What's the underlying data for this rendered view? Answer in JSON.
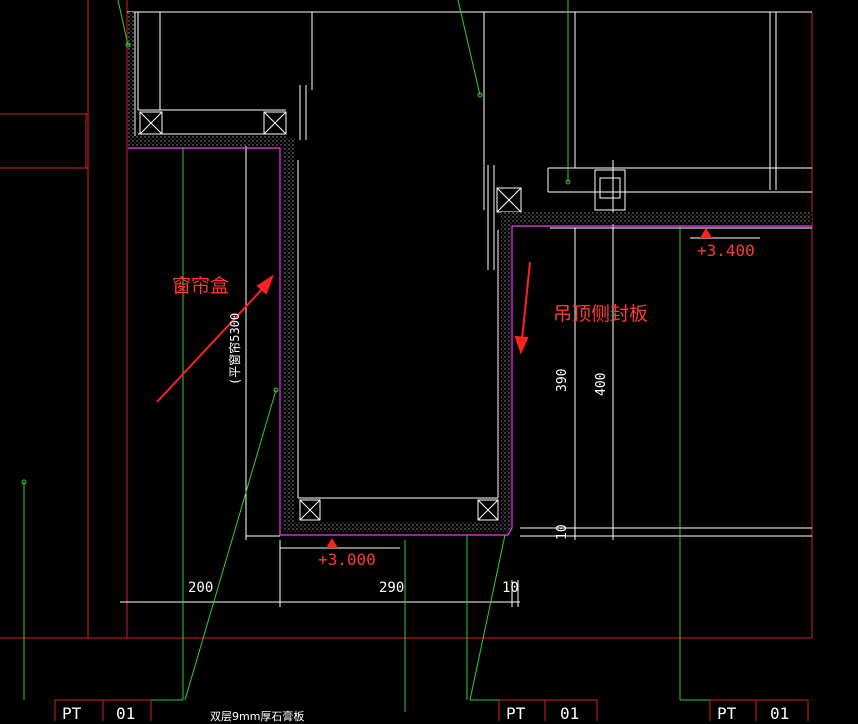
{
  "annotations": {
    "curtain_box": "窗帘盒",
    "ceiling_side_panel": "吊顶侧封板",
    "vertical_note": "(平窗帘5300",
    "gypsum_note": "双层9mm厚石膏板"
  },
  "levels": {
    "low": "+3.000",
    "high": "+3.400"
  },
  "dimensions": {
    "d200": "200",
    "d290": "290",
    "d10_h": "10",
    "d390": "390",
    "d400": "400",
    "d10_v": "10"
  },
  "tags": {
    "tag1": {
      "code": "PT",
      "num": "01"
    },
    "tag2": {
      "code": "PT",
      "num": "01"
    },
    "tag3": {
      "code": "PT",
      "num": "01"
    }
  },
  "colors": {
    "background": "#000000",
    "leader_green": "#2fd12f",
    "wall_red": "#d42020",
    "annotation_red": "#ff3b30",
    "finish_magenta": "#ff33ff",
    "line_white": "#ffffff",
    "hatch_gray": "#888888"
  }
}
